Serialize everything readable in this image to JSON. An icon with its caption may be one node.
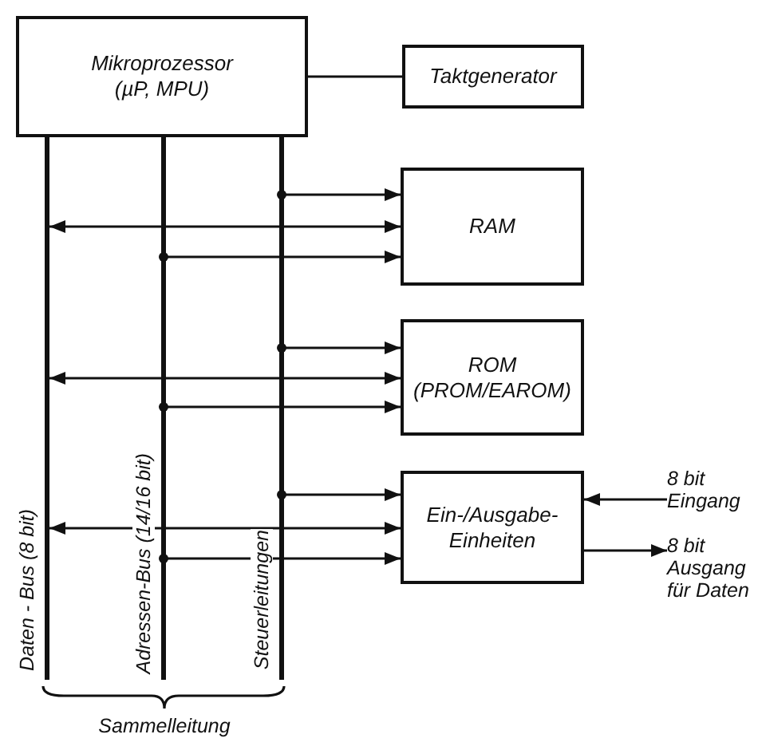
{
  "diagram": {
    "nodes": [
      {
        "text": [
          "Mikroprozessor",
          "(µP, MPU)"
        ]
      },
      {
        "text": [
          "Taktgenerator"
        ]
      },
      {
        "text": [
          "RAM"
        ]
      },
      {
        "text": [
          "ROM",
          "(PROM/EAROM)"
        ]
      },
      {
        "text": [
          "Ein-/Ausgabe- Einheiten"
        ]
      },
      {
        "text": [],
        "shape": "bar",
        "beside": [
          "Daten - Bus (8 bit)"
        ]
      },
      {
        "text": [],
        "shape": "bar",
        "beside": [
          "Adressen-Bus (14/16 bit)"
        ]
      },
      {
        "text": [],
        "shape": "bar",
        "beside": [
          "Steuerleitungen"
        ]
      },
      {
        "text": [
          "8 bit Eingang"
        ]
      },
      {
        "text": [
          "8 bit Ausgang für Daten"
        ]
      }
    ],
    "edges": [
      {
        "from": 0,
        "to": 1,
        "arrow": "none"
      },
      {
        "from": 7,
        "to": 2,
        "arrow": "to"
      },
      {
        "from": 5,
        "to": 2,
        "arrow": "both"
      },
      {
        "from": 6,
        "to": 2,
        "arrow": "to"
      },
      {
        "from": 7,
        "to": 3,
        "arrow": "to"
      },
      {
        "from": 5,
        "to": 3,
        "arrow": "both"
      },
      {
        "from": 6,
        "to": 3,
        "arrow": "to"
      },
      {
        "from": 7,
        "to": 4,
        "arrow": "to"
      },
      {
        "from": 5,
        "to": 4,
        "arrow": "both"
      },
      {
        "from": 6,
        "to": 4,
        "arrow": "to"
      },
      {
        "from": 8,
        "to": 4,
        "arrow": "to"
      },
      {
        "from": 4,
        "to": 9,
        "arrow": "to"
      }
    ],
    "labels": [
      "Sammelleitung"
    ]
  }
}
